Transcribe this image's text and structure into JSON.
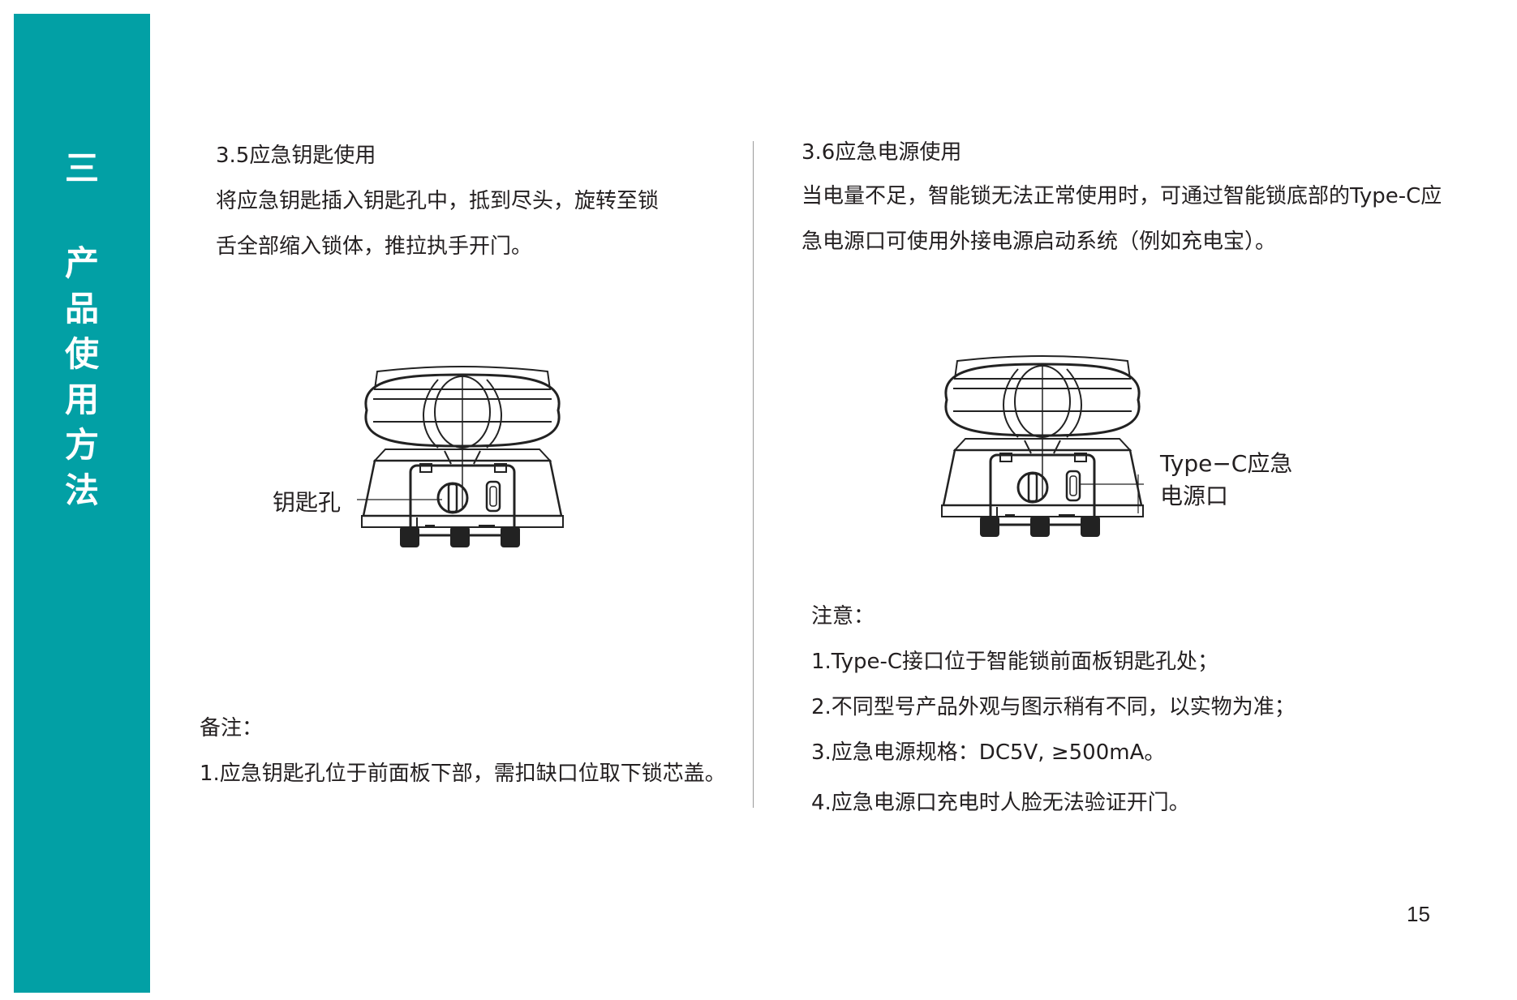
{
  "sidebar": {
    "chapter": "三",
    "title_chars": [
      "产",
      "品",
      "使",
      "用",
      "方",
      "法"
    ],
    "color": "#02a0a5"
  },
  "left": {
    "heading": "3.5应急钥匙使用",
    "body": [
      "将应急钥匙插入钥匙孔中，抵到尽头，旋转至锁",
      "舌全部缩入锁体，推拉执手开门。"
    ],
    "figure_label": "钥匙孔",
    "note_title": "备注：",
    "notes": [
      "1.应急钥匙孔位于前面板下部，需扣缺口位取下锁芯盖。"
    ]
  },
  "right": {
    "heading": "3.6应急电源使用",
    "body": [
      "当电量不足，智能锁无法正常使用时，可通过智能锁底部的Type-C应",
      "急电源口可使用外接电源启动系统（例如充电宝）。"
    ],
    "figure_label_lines": [
      "Type−C应急",
      "电源口"
    ],
    "note_title": "注意：",
    "notes": [
      "1.Type-C接口位于智能锁前面板钥匙孔处；",
      "2.不同型号产品外观与图示稍有不同，以实物为准；",
      "3.应急电源规格：DC5V, ≥500mA。",
      "4.应急电源口充电时人脸无法验证开门。"
    ]
  },
  "page_number": "15"
}
